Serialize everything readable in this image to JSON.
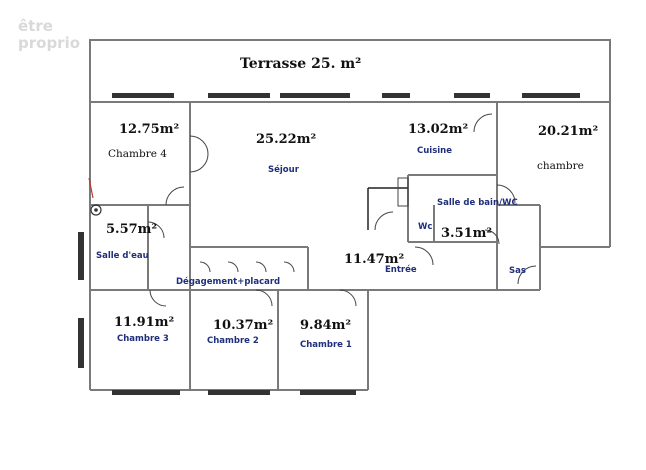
{
  "watermark": {
    "line1": "être",
    "line2": "proprio"
  },
  "terrace": {
    "label": "Terrasse 25. m²"
  },
  "rooms": {
    "chambre4": {
      "area": "12.75m²",
      "name": "Chambre 4"
    },
    "sejour": {
      "area": "25.22m²",
      "name": "Séjour"
    },
    "cuisine": {
      "area": "13.02m²",
      "name": "Cuisine"
    },
    "chambre": {
      "area": "20.21m²",
      "name": "chambre"
    },
    "salle_eau": {
      "area": "5.57m²",
      "name": "Salle d'eau"
    },
    "salle_bain": {
      "name": "Salle de bain/WC"
    },
    "wc": {
      "name": "Wc",
      "area": "3.51m²"
    },
    "entree": {
      "area": "11.47m²",
      "name": "Entrée"
    },
    "sas": {
      "name": "Sas"
    },
    "degagement": {
      "name": "Dégagement+placard"
    },
    "chambre3": {
      "area": "11.91m²",
      "name": "Chambre 3"
    },
    "chambre2": {
      "area": "10.37m²",
      "name": "Chambre 2"
    },
    "chambre1": {
      "area": "9.84m²",
      "name": "Chambre 1"
    }
  },
  "colors": {
    "wall": "#7a7a7a",
    "window": "#333333",
    "label_blue": "#1f2f7a",
    "marker": "#c0392b"
  }
}
